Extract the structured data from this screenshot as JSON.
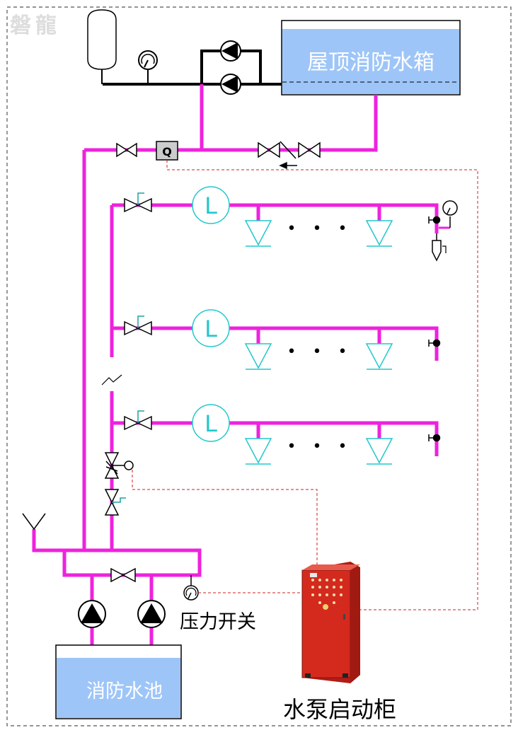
{
  "watermark": "磐龍",
  "labels": {
    "roof_tank": "屋顶消防水箱",
    "pool": "消防水池",
    "pressure_switch": "压力开关",
    "pump_cabinet": "水泵启动柜",
    "flow_switch": "Q",
    "water_flow_indicator": "L",
    "ellipsis": "• • •"
  },
  "colors": {
    "pipe": "#ee22dd",
    "sprinkler": "#22c8cc",
    "tank_water": "#9ec5f8",
    "control_line": "#cc2222",
    "cabinet": "#d42a1e"
  }
}
